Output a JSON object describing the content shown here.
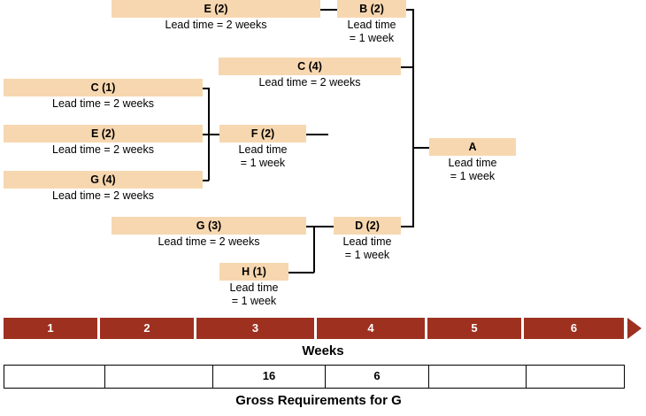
{
  "diagram": {
    "title": "Product structure tree with lead times and weekly timeline",
    "bar_color": "#f7d7b0",
    "timeline_color": "#9e3020",
    "nodes": [
      {
        "id": "E_top",
        "label": "E (2)",
        "lead": "Lead time = 2 weeks"
      },
      {
        "id": "B",
        "label": "B (2)",
        "lead": "Lead time\n= 1 week"
      },
      {
        "id": "C4",
        "label": "C (4)",
        "lead": "Lead time = 2 weeks"
      },
      {
        "id": "C1",
        "label": "C (1)",
        "lead": "Lead time = 2 weeks"
      },
      {
        "id": "E_mid",
        "label": "E (2)",
        "lead": "Lead time = 2 weeks"
      },
      {
        "id": "F",
        "label": "F (2)",
        "lead": "Lead time\n= 1 week"
      },
      {
        "id": "G4",
        "label": "G (4)",
        "lead": "Lead time = 2 weeks"
      },
      {
        "id": "A",
        "label": "A",
        "lead": "Lead time\n= 1 week"
      },
      {
        "id": "G3",
        "label": "G (3)",
        "lead": "Lead time = 2 weeks"
      },
      {
        "id": "D",
        "label": "D (2)",
        "lead": "Lead time\n= 1 week"
      },
      {
        "id": "H",
        "label": "H (1)",
        "lead": "Lead time\n= 1 week"
      }
    ]
  },
  "timeline": {
    "label": "Weeks",
    "weeks": [
      "1",
      "2",
      "3",
      "4",
      "5",
      "6"
    ]
  },
  "gross_requirements": {
    "label": "Gross Requirements for G",
    "cells": [
      "",
      "",
      "16",
      "6",
      "",
      ""
    ]
  }
}
